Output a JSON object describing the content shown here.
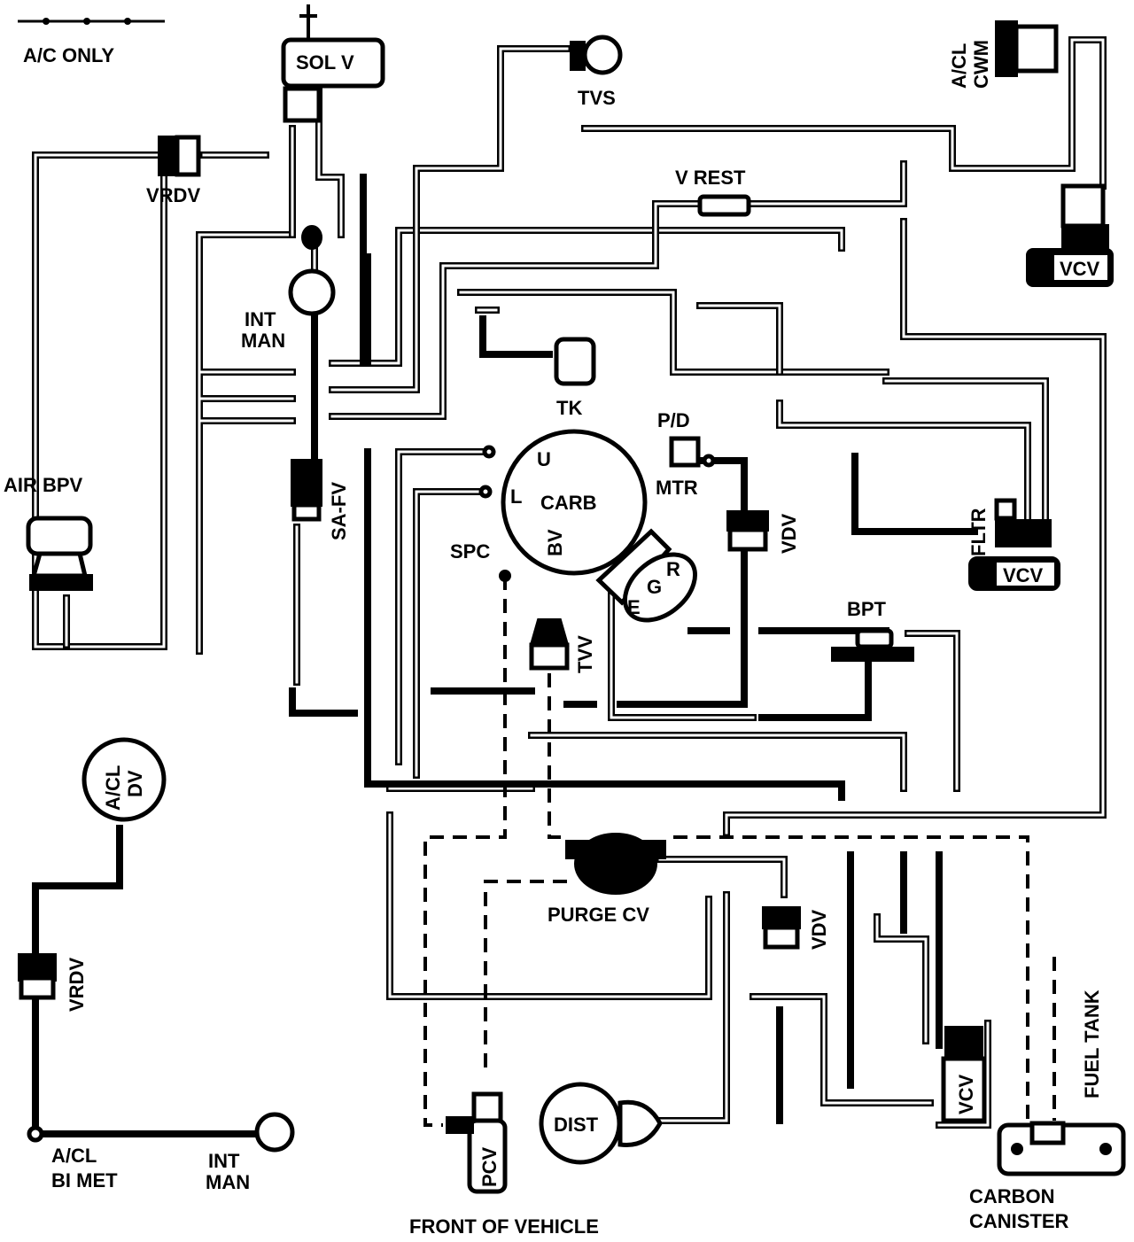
{
  "labels": {
    "ac_only": "A/C ONLY",
    "sol_v": "SOL V",
    "tvs": "TVS",
    "acl_cwm_line1": "A/CL",
    "acl_cwm_line2": "CWM",
    "vrdv_top": "VRDV",
    "v_rest": "V REST",
    "vcv_top": "VCV",
    "int_man_top_line1": "INT",
    "int_man_top_line2": "MAN",
    "tk": "TK",
    "p_d": "P/D",
    "mtr": "MTR",
    "carb": "CARB",
    "u": "U",
    "l": "L",
    "bv": "BV",
    "air_bpv": "AIR BPV",
    "sa_fv": "SA-FV",
    "spc": "SPC",
    "vdv_mid": "VDV",
    "fltr": "FLTR",
    "vcv_mid": "VCV",
    "egr_e": "E",
    "egr_g": "G",
    "egr_r": "R",
    "bpt": "BPT",
    "tvv": "TVV",
    "acl_dv_line1": "A/CL",
    "acl_dv_line2": "DV",
    "vrdv_bottom": "VRDV",
    "purge_cv": "PURGE CV",
    "vdv_bottom": "VDV",
    "fuel_tank": "FUEL TANK",
    "vcv_bottom": "VCV",
    "dist": "DIST",
    "pcv": "PCV",
    "acl_bimet_line1": "A/CL",
    "acl_bimet_line2": "BI MET",
    "int_man_bottom_line1": "INT",
    "int_man_bottom_line2": "MAN",
    "carbon_canister_line1": "CARBON",
    "carbon_canister_line2": "CANISTER",
    "front_of_vehicle": "FRONT OF VEHICLE"
  }
}
